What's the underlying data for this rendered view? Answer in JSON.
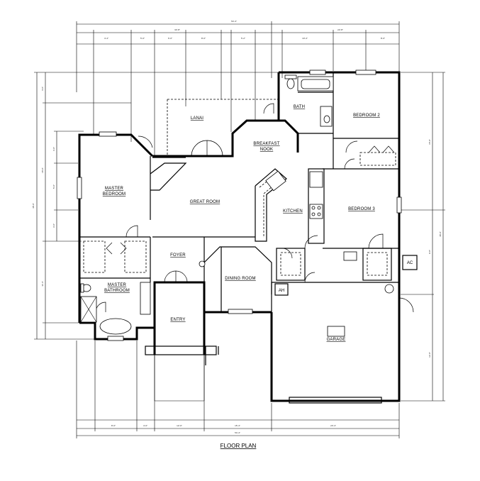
{
  "rooms": {
    "bath": "BATH",
    "bedroom2": "BEDROOM 2",
    "lanai": "LANAI",
    "breakfast_nook": [
      "BREAKFAST",
      "NOOK"
    ],
    "master_bedroom": [
      "MASTER",
      "BEDROOM"
    ],
    "great_room": "GREAT ROOM",
    "kitchen": "KITCHEN",
    "bedroom3": "BEDROOM 3",
    "foyer": "FOYER",
    "dining_room": "DINING ROOM",
    "master_bathroom": [
      "MASTER",
      "BATHROOM"
    ],
    "entry": "ENTRY",
    "garage": "GARAGE"
  },
  "equipment": {
    "ac": "AC",
    "ah": "AH"
  },
  "caption": "FLOOR PLAN"
}
